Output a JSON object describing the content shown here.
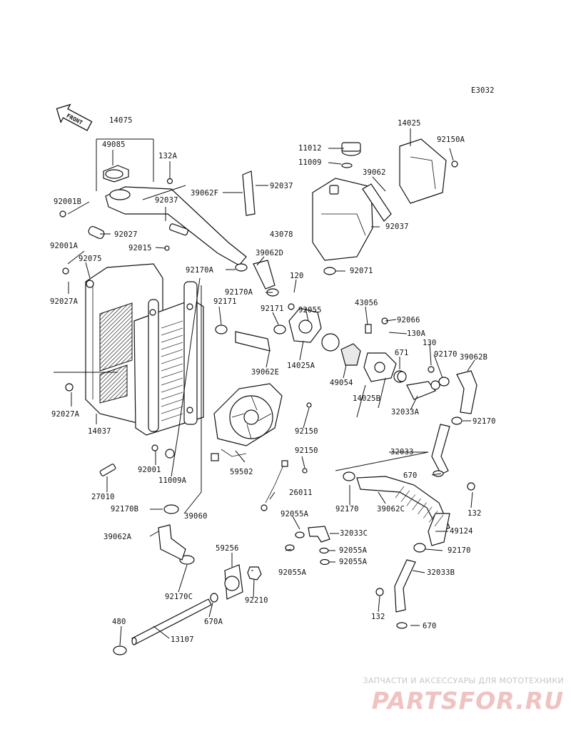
{
  "diagram": {
    "code": "E3032",
    "front_label": "FRONT"
  },
  "parts": [
    {
      "id": "p1",
      "text": "14075"
    },
    {
      "id": "p2",
      "text": "49085"
    },
    {
      "id": "p3",
      "text": "132A"
    },
    {
      "id": "p4",
      "text": "92001B"
    },
    {
      "id": "p5",
      "text": "92037"
    },
    {
      "id": "p6",
      "text": "39062F"
    },
    {
      "id": "p7",
      "text": "92037"
    },
    {
      "id": "p8",
      "text": "11012"
    },
    {
      "id": "p9",
      "text": "11009"
    },
    {
      "id": "p10",
      "text": "14025"
    },
    {
      "id": "p11",
      "text": "92150A"
    },
    {
      "id": "p12",
      "text": "39062"
    },
    {
      "id": "p13",
      "text": "92027"
    },
    {
      "id": "p14",
      "text": "43078"
    },
    {
      "id": "p15",
      "text": "92037"
    },
    {
      "id": "p16",
      "text": "92001A"
    },
    {
      "id": "p17",
      "text": "92015"
    },
    {
      "id": "p18",
      "text": "39062D"
    },
    {
      "id": "p19",
      "text": "92075"
    },
    {
      "id": "p20",
      "text": "92071"
    },
    {
      "id": "p21",
      "text": "92170A"
    },
    {
      "id": "p22",
      "text": "120"
    },
    {
      "id": "p23",
      "text": "92027A"
    },
    {
      "id": "p24",
      "text": "92170A"
    },
    {
      "id": "p25",
      "text": "92171"
    },
    {
      "id": "p26",
      "text": "92171"
    },
    {
      "id": "p27",
      "text": "92055"
    },
    {
      "id": "p28",
      "text": "43056"
    },
    {
      "id": "p29",
      "text": "92066"
    },
    {
      "id": "p30",
      "text": "130A"
    },
    {
      "id": "p31",
      "text": "130"
    },
    {
      "id": "p32",
      "text": "671"
    },
    {
      "id": "p33",
      "text": "92170"
    },
    {
      "id": "p34",
      "text": "39062B"
    },
    {
      "id": "p35",
      "text": "14025A"
    },
    {
      "id": "p36",
      "text": "39062E"
    },
    {
      "id": "p37",
      "text": "49054"
    },
    {
      "id": "p38",
      "text": "14025B"
    },
    {
      "id": "p39",
      "text": "32033A"
    },
    {
      "id": "p40",
      "text": "92027A"
    },
    {
      "id": "p41",
      "text": "92170"
    },
    {
      "id": "p42",
      "text": "14037"
    },
    {
      "id": "p43",
      "text": "92150"
    },
    {
      "id": "p44",
      "text": "32033"
    },
    {
      "id": "p45",
      "text": "92150"
    },
    {
      "id": "p46",
      "text": "92001"
    },
    {
      "id": "p47",
      "text": "59502"
    },
    {
      "id": "p48",
      "text": "670"
    },
    {
      "id": "p49",
      "text": "11009A"
    },
    {
      "id": "p50",
      "text": "26011"
    },
    {
      "id": "p51",
      "text": "27010"
    },
    {
      "id": "p52",
      "text": "92170"
    },
    {
      "id": "p53",
      "text": "39062C"
    },
    {
      "id": "p54",
      "text": "132"
    },
    {
      "id": "p55",
      "text": "92170B"
    },
    {
      "id": "p56",
      "text": "39060"
    },
    {
      "id": "p57",
      "text": "92055A"
    },
    {
      "id": "p58",
      "text": "32033C"
    },
    {
      "id": "p59",
      "text": "49124"
    },
    {
      "id": "p60",
      "text": "39062A"
    },
    {
      "id": "p61",
      "text": "92055A"
    },
    {
      "id": "p62",
      "text": "92170"
    },
    {
      "id": "p63",
      "text": "59256"
    },
    {
      "id": "p64",
      "text": "92055A"
    },
    {
      "id": "p65",
      "text": "32033B"
    },
    {
      "id": "p66",
      "text": "92055A"
    },
    {
      "id": "p67",
      "text": "92170C"
    },
    {
      "id": "p68",
      "text": "92210"
    },
    {
      "id": "p69",
      "text": "670A"
    },
    {
      "id": "p70",
      "text": "132"
    },
    {
      "id": "p71",
      "text": "480"
    },
    {
      "id": "p72",
      "text": "13107"
    },
    {
      "id": "p73",
      "text": "670"
    }
  ],
  "watermark": {
    "top_text": "ЗАПЧАСТИ И АКСЕССУАРЫ ДЛЯ МОТОТЕХНИКИ",
    "logo_text": "PARTSFOR.RU",
    "logo_color": "#f0c2c2",
    "top_color": "#c7c7c7"
  }
}
